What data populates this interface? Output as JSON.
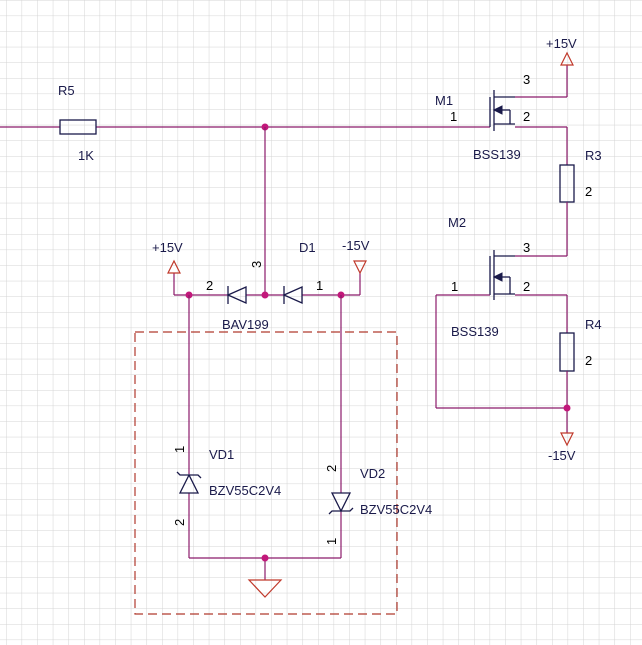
{
  "components": {
    "r5": {
      "ref": "R5",
      "value": "1K"
    },
    "m1": {
      "ref": "M1",
      "part": "BSS139",
      "pins": [
        "1",
        "2",
        "3"
      ]
    },
    "m2": {
      "ref": "M2",
      "part": "BSS139",
      "pins": [
        "1",
        "2",
        "3"
      ]
    },
    "r3": {
      "ref": "R3",
      "pin": "2"
    },
    "r4": {
      "ref": "R4",
      "pin": "2"
    },
    "d1": {
      "ref": "D1",
      "part": "BAV199",
      "pins": [
        "2",
        "3",
        "1"
      ]
    },
    "vd1": {
      "ref": "VD1",
      "part": "BZV55C2V4",
      "pins": [
        "1",
        "2"
      ]
    },
    "vd2": {
      "ref": "VD2",
      "part": "BZV55C2V4",
      "pins": [
        "2",
        "1"
      ]
    }
  },
  "power": {
    "top_right": "+15V",
    "bottom_right": "-15V",
    "d1_left": "+15V",
    "d1_right": "-15V"
  },
  "colors": {
    "wire": "#8b1a6b",
    "component": "#1a1a4a",
    "power_symbol": "#c0392b",
    "junction": "#c2187a",
    "grid": "#d4d4d4",
    "dashed_box": "#b03a2e"
  }
}
